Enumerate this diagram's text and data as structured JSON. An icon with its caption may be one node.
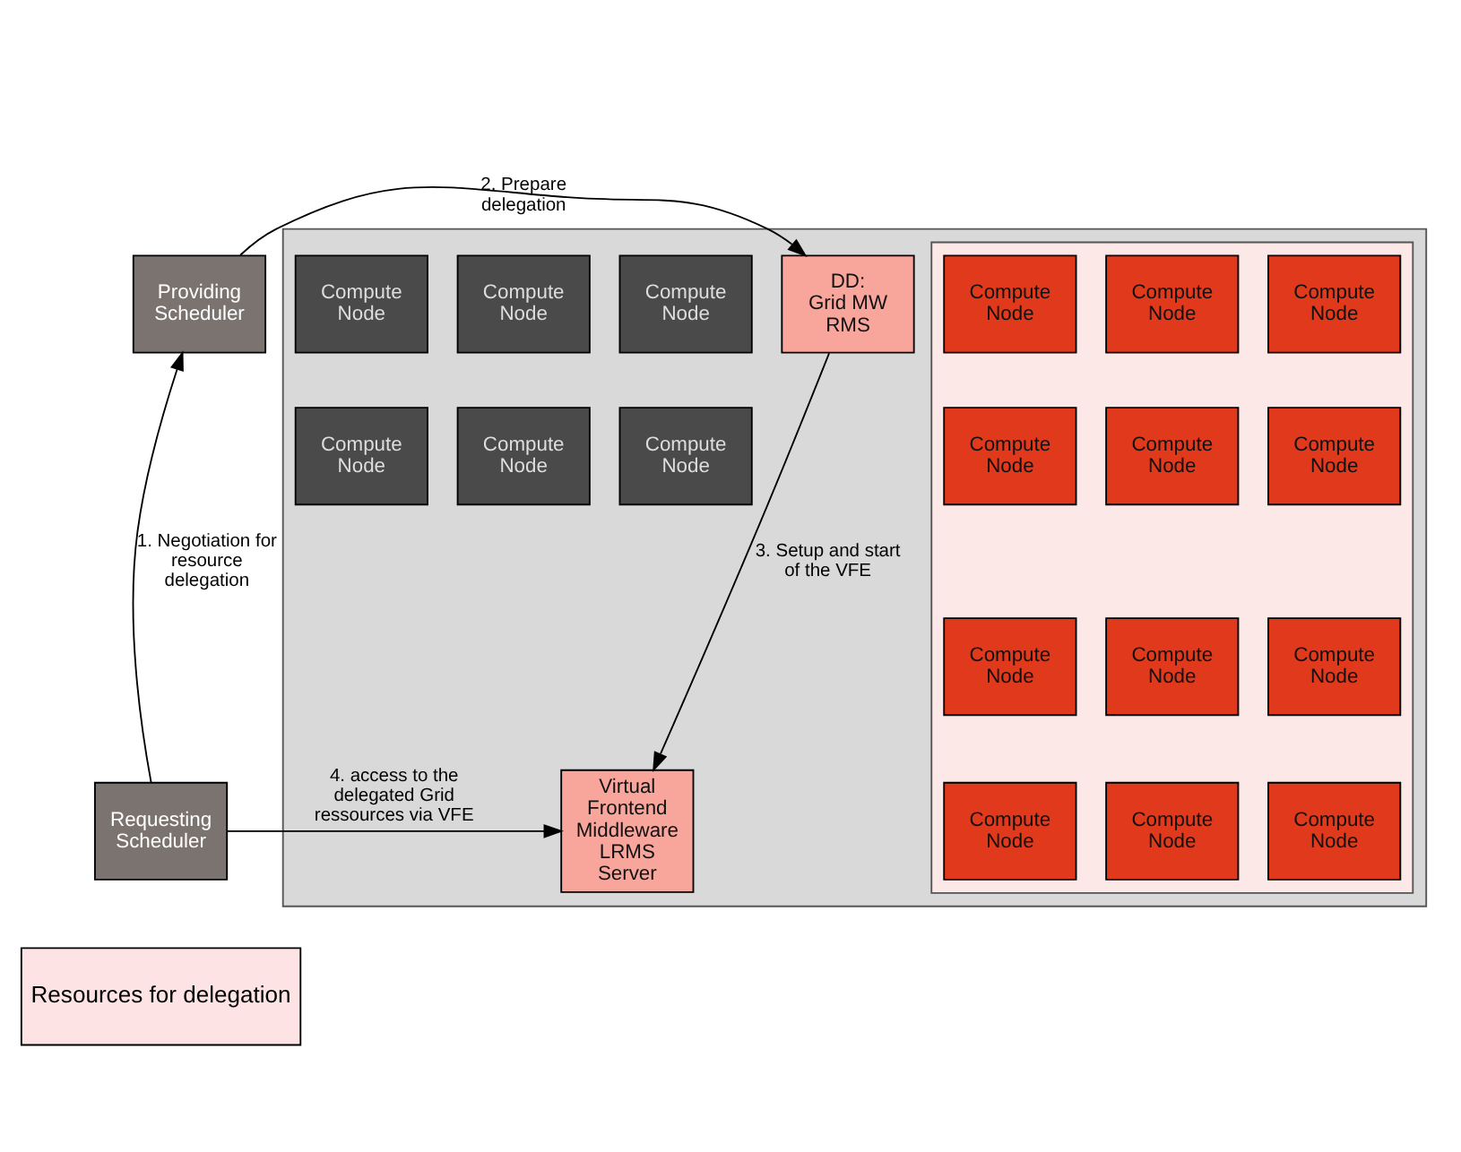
{
  "diagram": {
    "nodes": [
      {
        "text": [
          "Providing Scheduler"
        ]
      },
      {
        "text": [],
        "shape": "box"
      },
      {
        "text": [
          "DD:",
          "Grid MW",
          "RMS"
        ],
        "in": 1
      },
      {
        "text": [],
        "shape": "box",
        "in": 1
      },
      {
        "text": [
          "Compute Node"
        ],
        "in": 3
      },
      {
        "text": [
          "Compute Node"
        ],
        "in": 3
      },
      {
        "text": [
          "Compute Node"
        ],
        "in": 3
      },
      {
        "text": [
          "Compute Node"
        ],
        "in": 3
      },
      {
        "text": [
          "Compute Node"
        ],
        "in": 3
      },
      {
        "text": [
          "Compute Node"
        ],
        "in": 3
      },
      {
        "text": [
          "Compute Node"
        ],
        "in": 3
      },
      {
        "text": [
          "Compute Node"
        ],
        "in": 3
      },
      {
        "text": [
          "Compute Node"
        ],
        "in": 3
      },
      {
        "text": [
          "Compute Node"
        ],
        "in": 3
      },
      {
        "text": [
          "Compute Node"
        ],
        "in": 3
      },
      {
        "text": [
          "Compute Node"
        ],
        "in": 3
      },
      {
        "text": [
          "Virtual Frontend Middleware LRMS Server"
        ],
        "in": 1
      },
      {
        "text": [
          "Requesting Scheduler"
        ]
      },
      {
        "text": [
          "Compute Node"
        ],
        "in": 1
      },
      {
        "text": [
          "Compute Node"
        ],
        "in": 1
      },
      {
        "text": [
          "Compute Node"
        ],
        "in": 1
      },
      {
        "text": [
          "Compute Node"
        ],
        "in": 1
      },
      {
        "text": [
          "Compute Node"
        ],
        "in": 1
      },
      {
        "text": [
          "Compute Node"
        ],
        "in": 1
      }
    ],
    "edges": [
      {
        "from": 17,
        "to": 0,
        "arrow": "to",
        "label": "1. Negotiation for resource delegation"
      },
      {
        "from": 0,
        "to": 2,
        "arrow": "to",
        "label": "2. Prepare delegation"
      },
      {
        "from": 2,
        "to": 16,
        "arrow": "to",
        "label": "3. Setup and start of the VFE"
      },
      {
        "from": 17,
        "to": 16,
        "arrow": "to",
        "label": "4. access to the delegated Grid ressources via VFE"
      }
    ],
    "legend": [
      {
        "text": "Resources for delegation",
        "color": "#fde3e3"
      }
    ]
  }
}
